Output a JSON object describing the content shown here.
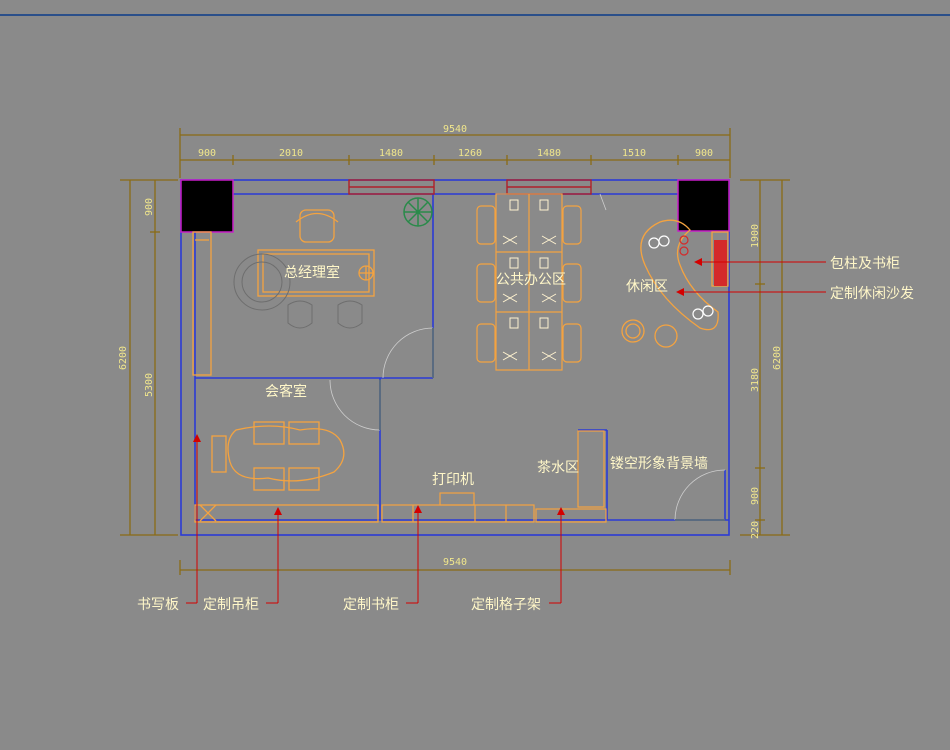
{
  "colors": {
    "background": "#8a8a8a",
    "wall": "#2b3bd6",
    "furniture": "#f4a340",
    "dimension": "#8b6b14",
    "leader": "#d40000",
    "text": "#fff7c8"
  },
  "dimensions": {
    "top_total": "9540",
    "bottom_total": "9540",
    "top_segments": [
      "900",
      "2010",
      "1480",
      "1260",
      "1480",
      "1510",
      "900"
    ],
    "left_outer": "6200",
    "left_inner": [
      "900",
      "5300"
    ],
    "right_outer": "6200",
    "right_inner": [
      "1900",
      "3180",
      "900",
      "220"
    ]
  },
  "rooms": {
    "manager": "总经理室",
    "office": "公共办公区",
    "lounge": "休闲区",
    "reception": "会客室",
    "printer": "打印机",
    "tea": "茶水区",
    "wall_feature": "镂空形象背景墙"
  },
  "annotations": {
    "right": [
      "包柱及书柜",
      "定制休闲沙发"
    ],
    "bottom": [
      "书写板",
      "定制吊柜",
      "定制书柜",
      "定制格子架"
    ]
  }
}
